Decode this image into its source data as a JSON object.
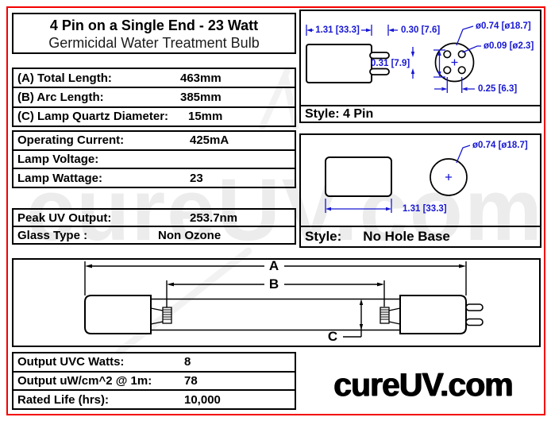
{
  "colors": {
    "frame_red": "#f40000",
    "dim_blue": "#1717d2",
    "watermark_gray": "#ececec"
  },
  "title_box": {
    "line1": "4 Pin on a Single End - 23 Watt",
    "line2": "Germicidal Water Treatment Bulb"
  },
  "tables": {
    "dimensions": {
      "rows": [
        {
          "label": "(A) Total Length:",
          "value": "463mm"
        },
        {
          "label": "(B) Arc Length:",
          "value": "385mm"
        },
        {
          "label": "(C) Lamp Quartz Diameter:",
          "value": "15mm"
        }
      ]
    },
    "electrical": {
      "rows": [
        {
          "label": "Operating Current:",
          "value": "425mA"
        },
        {
          "label": "Lamp Voltage:",
          "value": ""
        },
        {
          "label": "Lamp Wattage:",
          "value": "23"
        }
      ]
    },
    "optical": {
      "rows": [
        {
          "label": "Peak UV Output:",
          "value": "253.7nm"
        },
        {
          "label": "Glass Type :",
          "value": "Non Ozone"
        }
      ]
    },
    "output": {
      "rows": [
        {
          "label": "Output UVC Watts:",
          "value": "8"
        },
        {
          "label": "Output uW/cm^2 @ 1m:",
          "value": "78"
        },
        {
          "label": "Rated Life (hrs):",
          "value": "10,000"
        }
      ]
    }
  },
  "pin_panel": {
    "style_label": "Style: 4 Pin",
    "dim_base_width": "1.31 [33.3]",
    "dim_pin_length": "0.30 [7.6]",
    "dim_base_diameter": "ø0.74 [ø18.7]",
    "dim_pin_diameter": "ø0.09 [ø2.3]",
    "dim_pin_row_spacing": "0.31 [7.9]",
    "dim_pin_spacing": "0.25 [6.3]"
  },
  "base_panel": {
    "style_label": "Style:",
    "style_value": "No Hole Base",
    "dim_base_diameter": "ø0.74 [ø18.7]",
    "dim_base_width": "1.31 [33.3]"
  },
  "lamp_panel": {
    "label_a": "A",
    "label_b": "B",
    "label_c": "C"
  },
  "logo_text": "cureUV.com",
  "watermark_text": "cureUV.com"
}
